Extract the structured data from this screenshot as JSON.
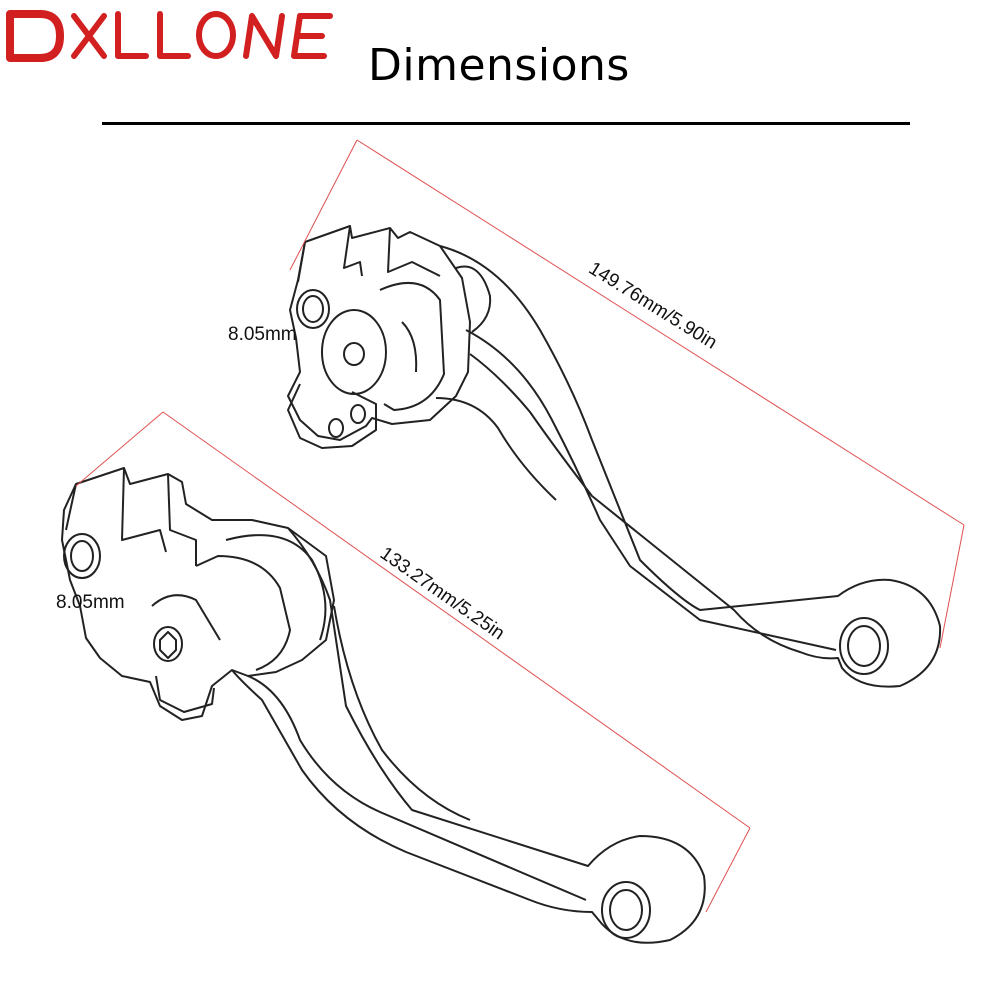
{
  "brand": {
    "name": "DXLLONE",
    "color": "#d21f1f"
  },
  "header": {
    "title": "Dimensions"
  },
  "levers": [
    {
      "id": "upper-lever",
      "length_label": "149.76mm/5.90in",
      "hole_label": "8.05mm"
    },
    {
      "id": "lower-lever",
      "length_label": "133.27mm/5.25in",
      "hole_label": "8.05mm"
    }
  ],
  "colors": {
    "outline": "#222222",
    "dimension_line": "#e05050",
    "text": "#111111"
  }
}
